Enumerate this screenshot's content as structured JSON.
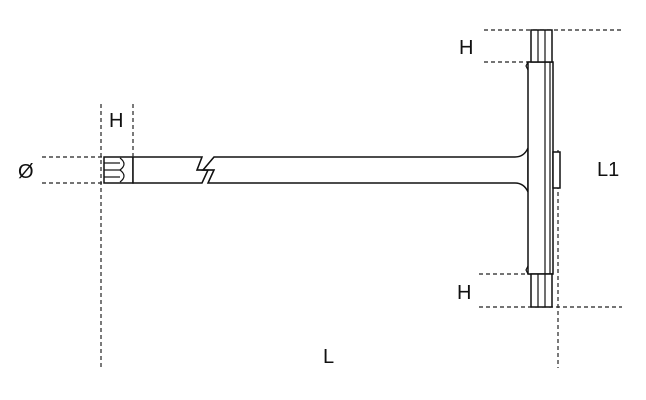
{
  "labels": {
    "hex_tip_height": "H",
    "shaft_diameter": "Ø",
    "handle_length": "L1",
    "handle_top_hex_height": "H",
    "handle_bottom_hex_height": "H",
    "overall_length": "L"
  },
  "colors": {
    "line": "#111111",
    "background": "#ffffff"
  }
}
